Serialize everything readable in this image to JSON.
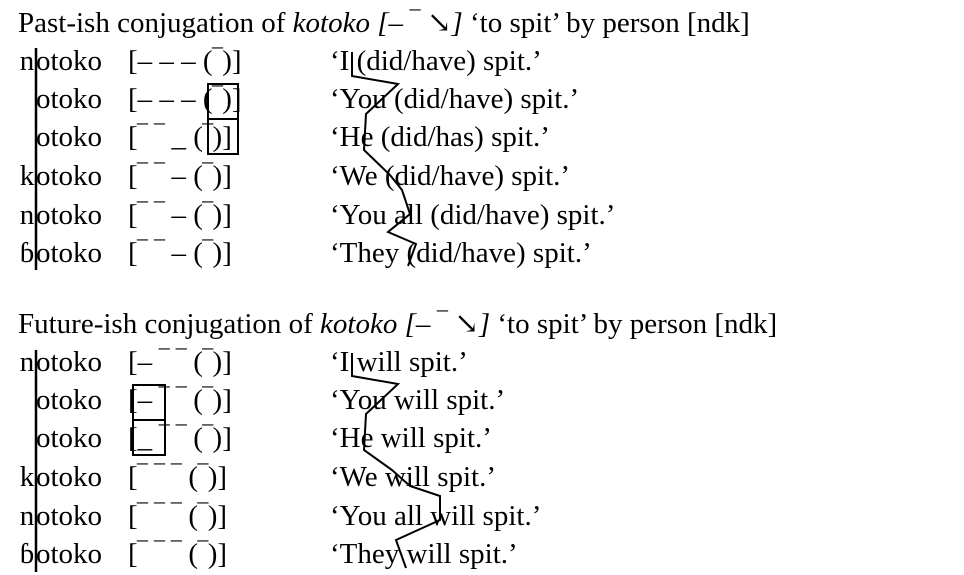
{
  "past": {
    "title": {
      "prefix": "Past-ish conjugation of ",
      "word": "kotoko",
      "tones": " [– ‾ ↘]",
      "gloss": " ‘to spit’ by person [ndk]"
    },
    "rows": [
      {
        "initial": "n",
        "stem": "otoko",
        "tones": "[– – – (‾)]",
        "subject": "‘I",
        "rest": " (did/have) spit.’"
      },
      {
        "initial": " ",
        "stem": "otoko",
        "tones": "[– – – (‾)]",
        "subject": "‘You",
        "rest": " (did/have) spit.’"
      },
      {
        "initial": " ",
        "stem": "otoko",
        "tones": "[‾ ‾ _ (‾)]",
        "subject": "‘He",
        "rest": " (did/has) spit.’"
      },
      {
        "initial": "k",
        "stem": "otoko",
        "tones": "[‾ ‾ – (‾)]",
        "subject": "‘We",
        "rest": " (did/have) spit.’"
      },
      {
        "initial": "n",
        "stem": "otoko",
        "tones": "[‾ ‾ – (‾)]",
        "subject": "‘You all",
        "rest": " (did/have) spit.’"
      },
      {
        "initial": "ɓ",
        "stem": "otoko",
        "tones": "[‾ ‾ – (‾)]",
        "subject": "‘They",
        "rest": " (did/have) spit.’"
      }
    ]
  },
  "future": {
    "title": {
      "prefix": "Future-ish conjugation of ",
      "word": "kotoko",
      "tones": " [– ‾ ↘]",
      "gloss": " ‘to spit’ by person [ndk]"
    },
    "rows": [
      {
        "initial": "n",
        "stem": "otoko",
        "tones": "[– ‾ ‾ (‾)]",
        "subject": "‘I",
        "rest": " will spit.’"
      },
      {
        "initial": " ",
        "stem": "otoko",
        "tones": "[– ‾ ‾ (‾)]",
        "subject": "‘You",
        "rest": " will spit.’"
      },
      {
        "initial": " ",
        "stem": "otoko",
        "tones": "[_ ‾ ‾ (‾)]",
        "subject": "‘He",
        "rest": " will spit.’"
      },
      {
        "initial": "k",
        "stem": "otoko",
        "tones": "[‾ ‾ ‾ (‾)]",
        "subject": "‘We",
        "rest": " will spit.’"
      },
      {
        "initial": "n",
        "stem": "otoko",
        "tones": "[‾ ‾ ‾ (‾)]",
        "subject": "‘You all",
        "rest": " will spit.’"
      },
      {
        "initial": "ɓ",
        "stem": "otoko",
        "tones": "[‾ ‾ ‾ (‾)]",
        "subject": "‘They",
        "rest": " will spit.’"
      }
    ]
  }
}
